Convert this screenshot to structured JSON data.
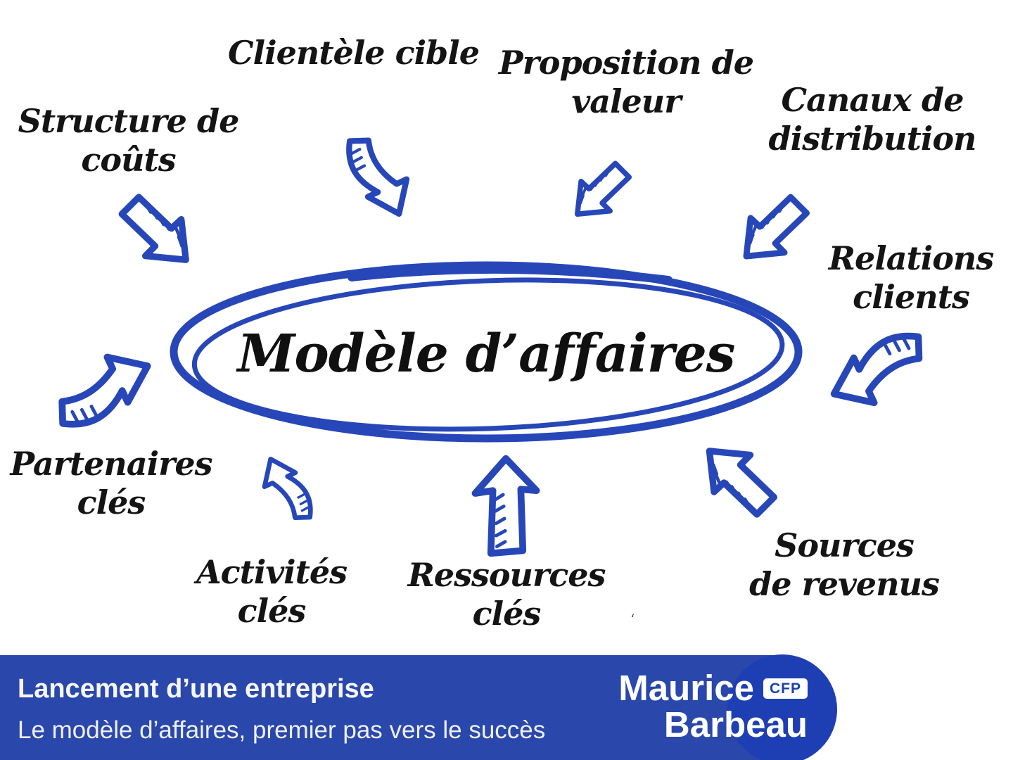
{
  "colors": {
    "ink_blue": "#2747b8",
    "footer_bar_blue": "#2a47ab",
    "logo_circle_blue": "#1d3fb3",
    "text_black": "#141414",
    "background": "#ffffff"
  },
  "center": {
    "title": "Modèle d’affaires"
  },
  "nodes": [
    {
      "id": "structure-de-couts",
      "label": "Structure de coûts",
      "lines": [
        "Structure de",
        "coûts"
      ]
    },
    {
      "id": "clientele-cible",
      "label": "Clientèle cible",
      "lines": [
        "Clientèle cible"
      ]
    },
    {
      "id": "proposition-de-valeur",
      "label": "Proposition de valeur",
      "lines": [
        "Proposition de",
        "valeur"
      ]
    },
    {
      "id": "canaux-de-distribution",
      "label": "Canaux de distribution",
      "lines": [
        "Canaux de",
        "distribution"
      ]
    },
    {
      "id": "relations-clients",
      "label": "Relations clients",
      "lines": [
        "Relations",
        "clients"
      ]
    },
    {
      "id": "sources-de-revenus",
      "label": "Sources de revenus",
      "lines": [
        "Sources",
        "de revenus"
      ]
    },
    {
      "id": "ressources-cles",
      "label": "Ressources clés",
      "lines": [
        "Ressources",
        "clés"
      ]
    },
    {
      "id": "activites-cles",
      "label": "Activités clés",
      "lines": [
        "Activités",
        "clés"
      ]
    },
    {
      "id": "partenaires-cles",
      "label": "Partenaires clés",
      "lines": [
        "Partenaires",
        "clés"
      ]
    }
  ],
  "arrows": [
    {
      "name": "arrow-structure-de-couts",
      "direction": "down-right, straight"
    },
    {
      "name": "arrow-clientele-cible",
      "direction": "down, curved"
    },
    {
      "name": "arrow-proposition-de-valeur",
      "direction": "down-left, straight"
    },
    {
      "name": "arrow-canaux-de-distribution",
      "direction": "down-left, straight"
    },
    {
      "name": "arrow-relations-clients",
      "direction": "left, curved"
    },
    {
      "name": "arrow-sources-de-revenus",
      "direction": "up-left, straight"
    },
    {
      "name": "arrow-ressources-cles",
      "direction": "up, straight"
    },
    {
      "name": "arrow-activites-cles",
      "direction": "up, curved"
    },
    {
      "name": "arrow-partenaires-cles",
      "direction": "up-right, curved"
    }
  ],
  "footer": {
    "title": "Lancement d’une entreprise",
    "subtitle": "Le modèle d’affaires, premier pas vers le succès"
  },
  "logo": {
    "line1": "Maurice",
    "badge": "CFP",
    "line2": "Barbeau"
  },
  "stray_mark": "‘"
}
